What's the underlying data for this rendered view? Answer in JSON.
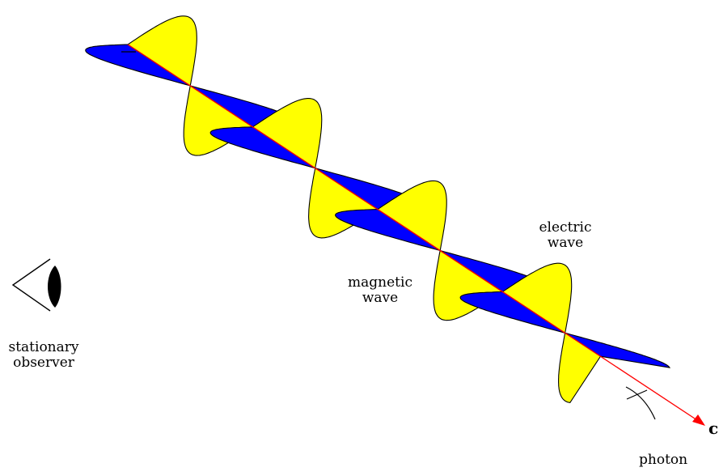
{
  "labels": {
    "electric_line1": "electric",
    "electric_line2": "wave",
    "magnetic_line1": "magnetic",
    "magnetic_line2": "wave",
    "observer_line1": "stationary",
    "observer_line2": "observer",
    "photon": "photon",
    "speed": "c"
  },
  "colors": {
    "electric_wave": "#ffff00",
    "magnetic_wave": "#0000ff",
    "propagation_axis": "#ff0000",
    "outline": "#000000"
  },
  "icons": [
    "eye-icon",
    "arrowhead-icon"
  ]
}
